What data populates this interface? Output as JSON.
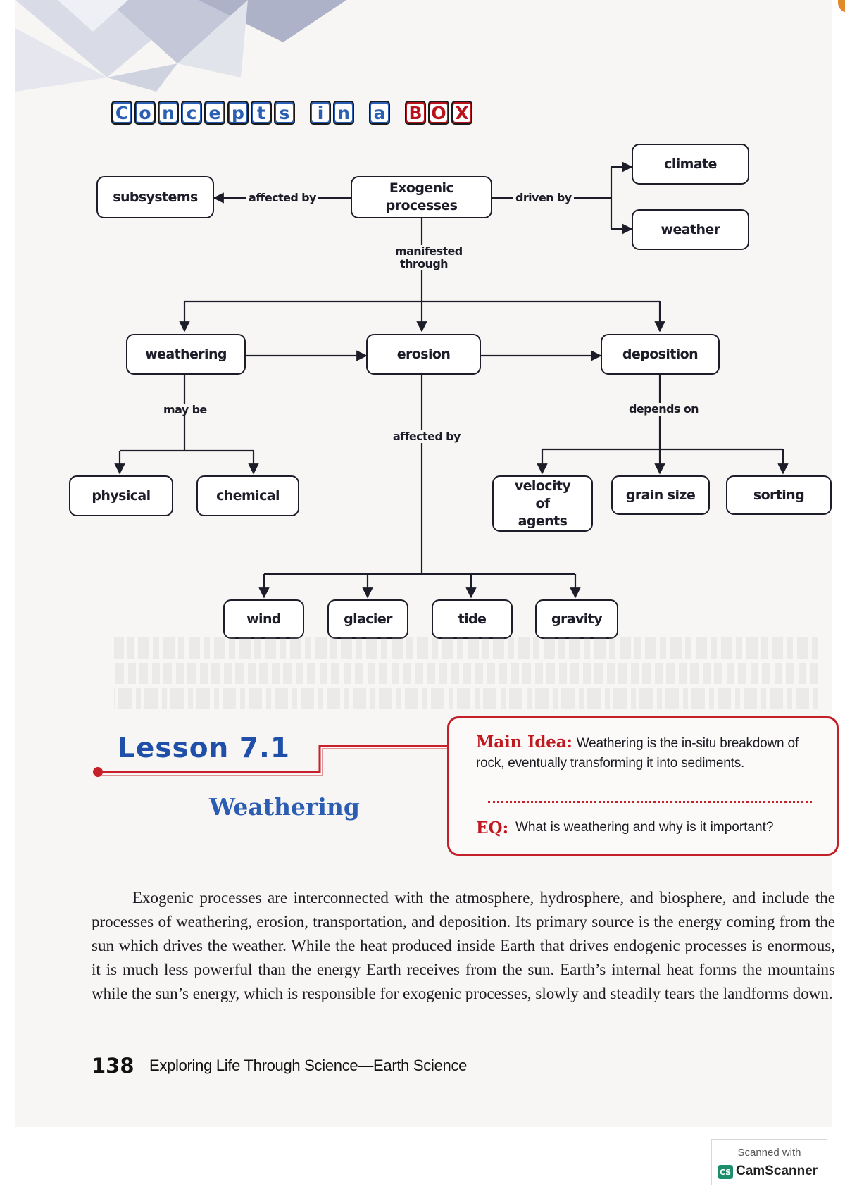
{
  "header": {
    "title_words": [
      {
        "letters": [
          "C",
          "o",
          "n",
          "c",
          "e",
          "p",
          "t",
          "s"
        ],
        "color": "blue"
      },
      {
        "letters": [
          "i",
          "n"
        ],
        "color": "blue"
      },
      {
        "letters": [
          "a"
        ],
        "color": "blue"
      },
      {
        "letters": [
          "B",
          "O",
          "X"
        ],
        "color": "red"
      }
    ]
  },
  "concept_map": {
    "nodes": {
      "subsystems": "subsystems",
      "exogenic": "Exogenic processes",
      "climate": "climate",
      "weather": "weather",
      "weathering": "weathering",
      "erosion": "erosion",
      "deposition": "deposition",
      "physical": "physical",
      "chemical": "chemical",
      "velocity": "velocity of agents",
      "grain_size": "grain size",
      "sorting": "sorting",
      "wind": "wind",
      "glacier": "glacier",
      "tide": "tide",
      "gravity": "gravity"
    },
    "links": {
      "affected_by_top": "affected by",
      "driven_by": "driven by",
      "manifested_through": "manifested through",
      "may_be": "may be",
      "depends_on": "depends on",
      "affected_by_erosion": "affected by"
    }
  },
  "lesson": {
    "number": "Lesson 7.1",
    "title": "Weathering",
    "main_idea_label": "Main Idea:",
    "main_idea_text": "Weathering is the in-situ breakdown of rock, eventually transforming it into sediments.",
    "eq_label": "EQ:",
    "eq_text": "What is weathering and why is it important?"
  },
  "body": {
    "paragraph": "Exogenic processes are interconnected with the atmosphere, hydrosphere, and biosphere, and include the processes of weathering, erosion, transportation, and deposition. Its primary source is the energy coming from the sun which drives the weather. While the heat produced inside Earth that drives endogenic processes is enormous, it is much less powerful than the energy Earth receives from the sun. Earth’s internal heat forms the mountains while the sun’s energy, which is responsible for exogenic processes, slowly and steadily tears the landforms down."
  },
  "footer": {
    "page_number": "138",
    "book_title": "Exploring Life Through Science—Earth Science"
  },
  "watermark": {
    "scanned_with": "Scanned with",
    "app_name": "CamScanner"
  },
  "colors": {
    "accent_blue": "#2a5fb3",
    "accent_red": "#c32028",
    "text_dark": "#1d1d2a"
  }
}
